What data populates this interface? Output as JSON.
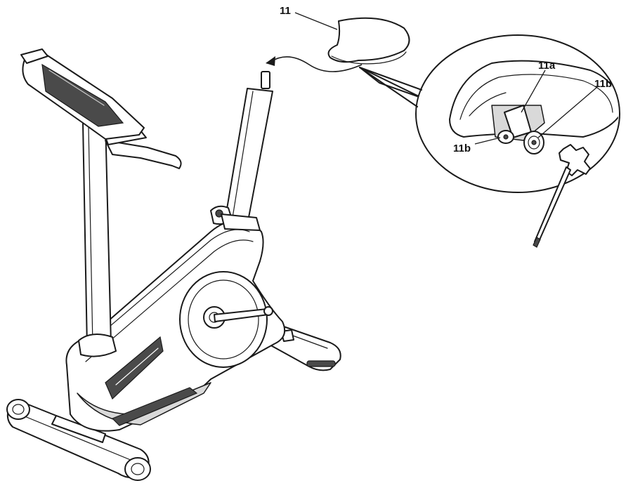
{
  "callouts": {
    "seat": "11",
    "seat_post_clamp": "11a",
    "clamp_bolt_right": "11b",
    "clamp_bolt_left": "11b"
  },
  "icons": [
    "seat",
    "seat-post",
    "exercise-bike",
    "hex-wrench",
    "detail-magnifier",
    "arrow"
  ]
}
